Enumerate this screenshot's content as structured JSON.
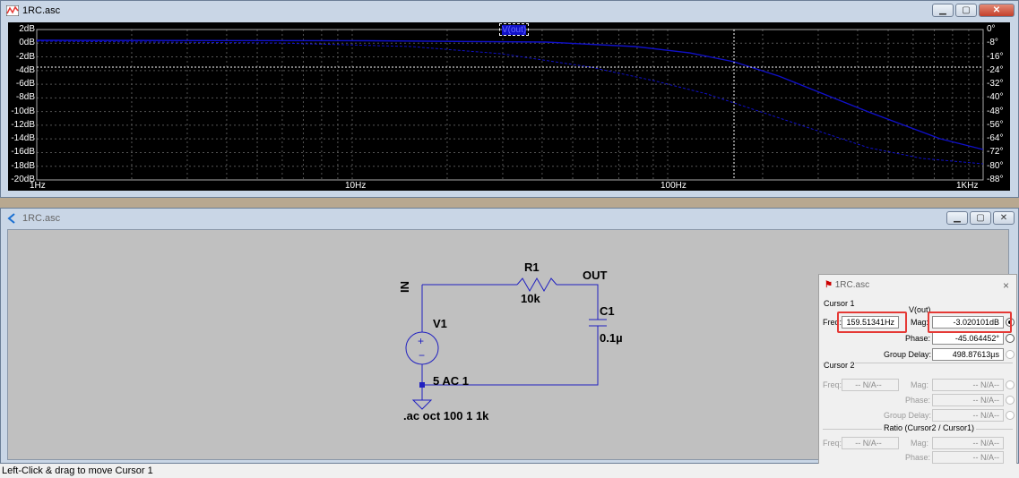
{
  "plot_window": {
    "title": "1RC.asc",
    "trace_label": "V(out)"
  },
  "schematic_window": {
    "title": "1RC.asc"
  },
  "status_bar": {
    "text": "Left-Click & drag to move Cursor 1"
  },
  "plot": {
    "y_left_ticks": [
      "2dB",
      "0dB",
      "-2dB",
      "-4dB",
      "-6dB",
      "-8dB",
      "-10dB",
      "-12dB",
      "-14dB",
      "-16dB",
      "-18dB",
      "-20dB"
    ],
    "y_right_ticks": [
      "0°",
      "-8°",
      "-16°",
      "-24°",
      "-32°",
      "-40°",
      "-48°",
      "-56°",
      "-64°",
      "-72°",
      "-80°",
      "-88°"
    ],
    "x_ticks": [
      "1Hz",
      "10Hz",
      "100Hz",
      "1KHz"
    ]
  },
  "schematic": {
    "r1_name": "R1",
    "r1_value": "10k",
    "c1_name": "C1",
    "c1_value": "0.1µ",
    "v1_name": "V1",
    "v1_value": "5 AC 1",
    "net_in": "IN",
    "net_out": "OUT",
    "directive": ".ac oct 100 1 1k"
  },
  "cursor_dialog": {
    "title": "1RC.asc",
    "cursor1_label": "Cursor 1",
    "trace": "V(out)",
    "freq_label": "Freq:",
    "freq_value": "159.51341Hz",
    "mag_label": "Mag:",
    "mag_value": "-3.020101dB",
    "phase_label": "Phase:",
    "phase_value": "-45.064452°",
    "gd_label": "Group Delay:",
    "gd_value": "498.87613µs",
    "cursor2_label": "Cursor 2",
    "na": "-- N/A--",
    "ratio_label": "Ratio (Cursor2 / Cursor1)"
  },
  "colors": {
    "trace": "#1010c8",
    "highlight": "#e53935"
  }
}
